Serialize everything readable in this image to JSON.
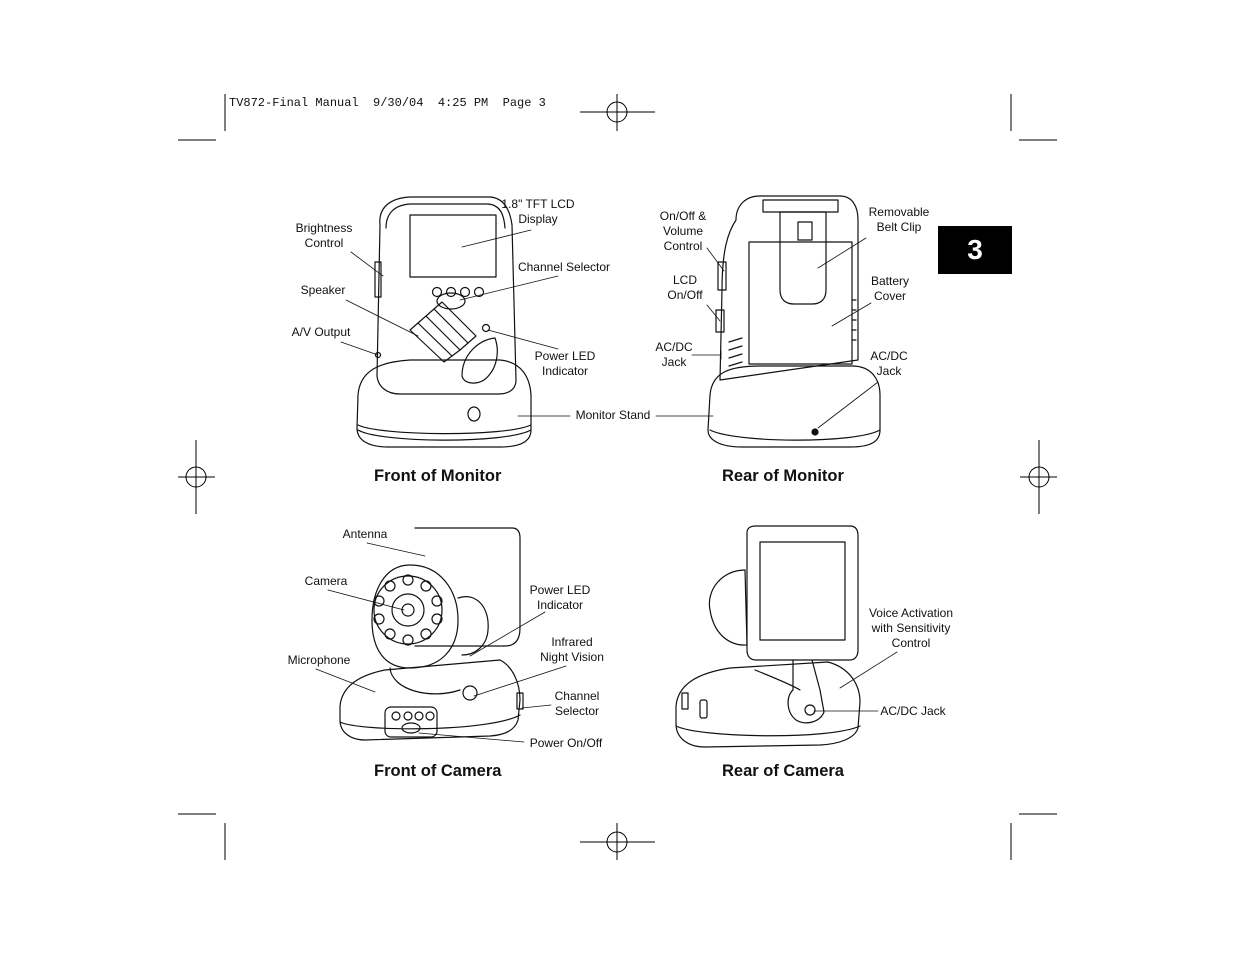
{
  "header": {
    "text": "TV872-Final Manual  9/30/04  4:25 PM  Page 3"
  },
  "page_number": "3",
  "front_monitor": {
    "caption": "Front of Monitor",
    "labels": {
      "display": "1.8\" TFT LCD\nDisplay",
      "brightness": "Brightness\nControl",
      "channel": "Channel Selector",
      "speaker": "Speaker",
      "av_output": "A/V Output",
      "power_led": "Power LED\nIndicator"
    }
  },
  "monitor_stand_label": "Monitor Stand",
  "rear_monitor": {
    "caption": "Rear of Monitor",
    "labels": {
      "onoff_volume": "On/Off &\nVolume\nControl",
      "belt_clip": "Removable\nBelt Clip",
      "lcd_onoff": "LCD\nOn/Off",
      "battery": "Battery\nCover",
      "acdc_left": "AC/DC\nJack",
      "acdc_right": "AC/DC\nJack"
    }
  },
  "front_camera": {
    "caption": "Front of Camera",
    "labels": {
      "antenna": "Antenna",
      "camera": "Camera",
      "power_led": "Power LED\nIndicator",
      "infrared": "Infrared\nNight Vision",
      "microphone": "Microphone",
      "channel": "Channel\nSelector",
      "power": "Power On/Off"
    }
  },
  "rear_camera": {
    "caption": "Rear of Camera",
    "labels": {
      "voice": "Voice Activation\nwith Sensitivity\nControl",
      "acdc": "AC/DC Jack"
    }
  },
  "colors": {
    "ink": "#111111",
    "badge": "#000000",
    "paper": "#ffffff"
  }
}
